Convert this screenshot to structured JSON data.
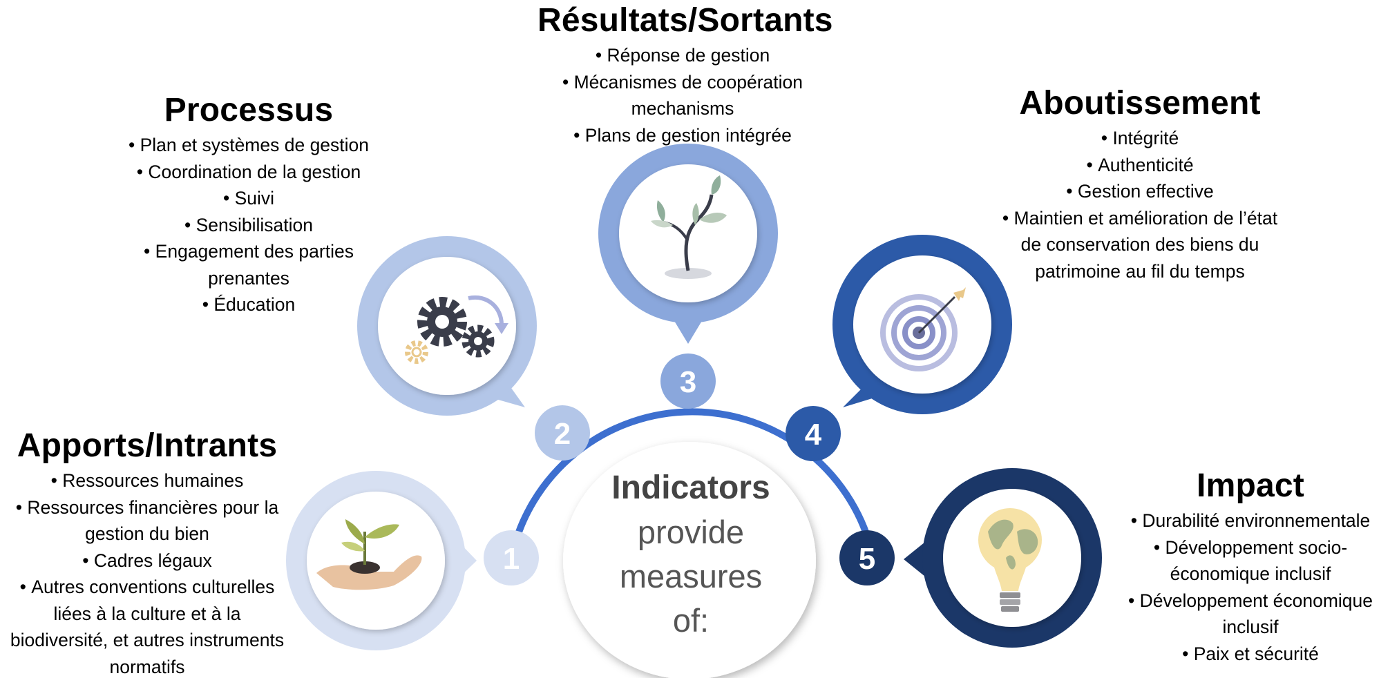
{
  "center": {
    "title": "Indicators",
    "lines": [
      "provide",
      "measures",
      "of:"
    ]
  },
  "stages": [
    {
      "number": "1",
      "title": "Apports/Intrants",
      "icon": "hand-with-sprout-icon",
      "color": "#d7e0f2",
      "items": [
        "Ressources humaines",
        "Ressources financières pour la gestion du bien",
        "Cadres légaux",
        "Autres conventions culturelles liées à la culture et à la biodiversité, et autres instruments normatifs"
      ]
    },
    {
      "number": "2",
      "title": "Processus",
      "icon": "gears-icon",
      "color": "#b3c6e8",
      "items": [
        "Plan et systèmes de gestion",
        "Coordination de la gestion",
        "Suivi",
        "Sensibilisation",
        "Engagement des parties prenantes",
        "Éducation"
      ]
    },
    {
      "number": "3",
      "title": "Résultats/Sortants",
      "icon": "plant-icon",
      "color": "#8aa7dc",
      "items": [
        "Réponse de gestion",
        "Mécanismes de coopération mechanisms",
        "Plans de gestion intégrée"
      ]
    },
    {
      "number": "4",
      "title": "Aboutissement",
      "icon": "target-icon",
      "color": "#2c5aa8",
      "items": [
        "Intégrité",
        "Authenticité",
        "Gestion effective",
        "Maintien et amélioration de l’état de conservation des biens du patrimoine au fil du temps"
      ]
    },
    {
      "number": "5",
      "title": "Impact",
      "icon": "lightbulb-globe-icon",
      "color": "#1b3768",
      "items": [
        "Durabilité environnementale",
        "Développement socio-économique inclusif",
        "Développement économique inclusif",
        "Paix et sécurité"
      ]
    }
  ],
  "colors": {
    "arc": "#3d6fcf",
    "center_text": "#555555"
  }
}
